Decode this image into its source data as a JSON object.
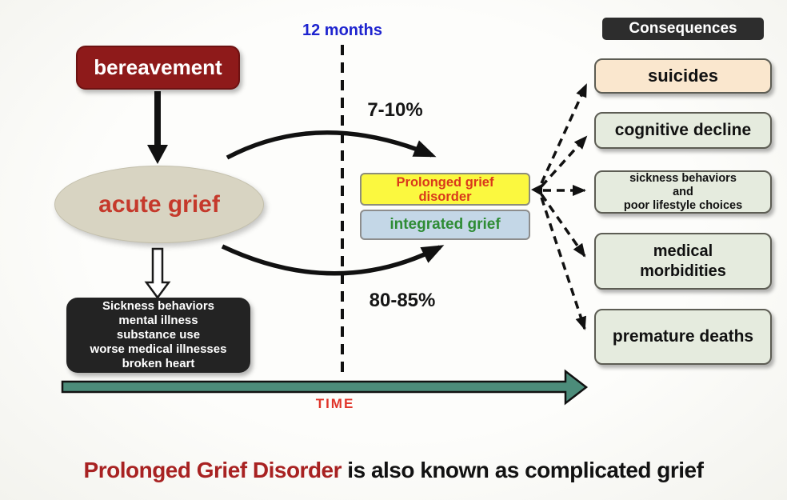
{
  "slide": {
    "nodes": {
      "bereavement": "bereavement",
      "acute_grief": "acute grief",
      "symptoms": "Sickness behaviors\nmental illness\nsubstance use\nworse medical illnesses\nbroken heart",
      "prolonged_grief": "Prolonged grief\ndisorder",
      "integrated_grief": "integrated grief"
    },
    "labels": {
      "twelve_months": "12 months",
      "pgd_rate": "7-10%",
      "integrated_rate": "80-85%",
      "time": "TIME"
    },
    "consequences": {
      "header": "Consequences",
      "items": [
        "suicides",
        "cognitive decline",
        "sickness behaviors\nand\npoor lifestyle choices",
        "medical\nmorbidities",
        "premature deaths"
      ]
    },
    "caption": {
      "highlight": "Prolonged Grief Disorder",
      "rest": " is also known as complicated grief"
    },
    "colors": {
      "bereavement_bg": "#8E1A1A",
      "ellipse_bg": "#D8D4C2",
      "acute_grief_text": "#C5392B",
      "symptoms_bg": "#232323",
      "pgd_bg": "#FBF83F",
      "pgd_text": "#D9391B",
      "integrated_bg": "#C4D7E7",
      "integrated_text": "#2E8C35",
      "consequences_header_bg": "#2D2D2D",
      "suicides_bg": "#FAE7CE",
      "consequence_bg": "#E5EBDE",
      "time_arrow": "#4C8C7A",
      "twelve_months_text": "#1E24CF",
      "time_text": "#E0352B",
      "caption_highlight": "#A82222"
    }
  }
}
